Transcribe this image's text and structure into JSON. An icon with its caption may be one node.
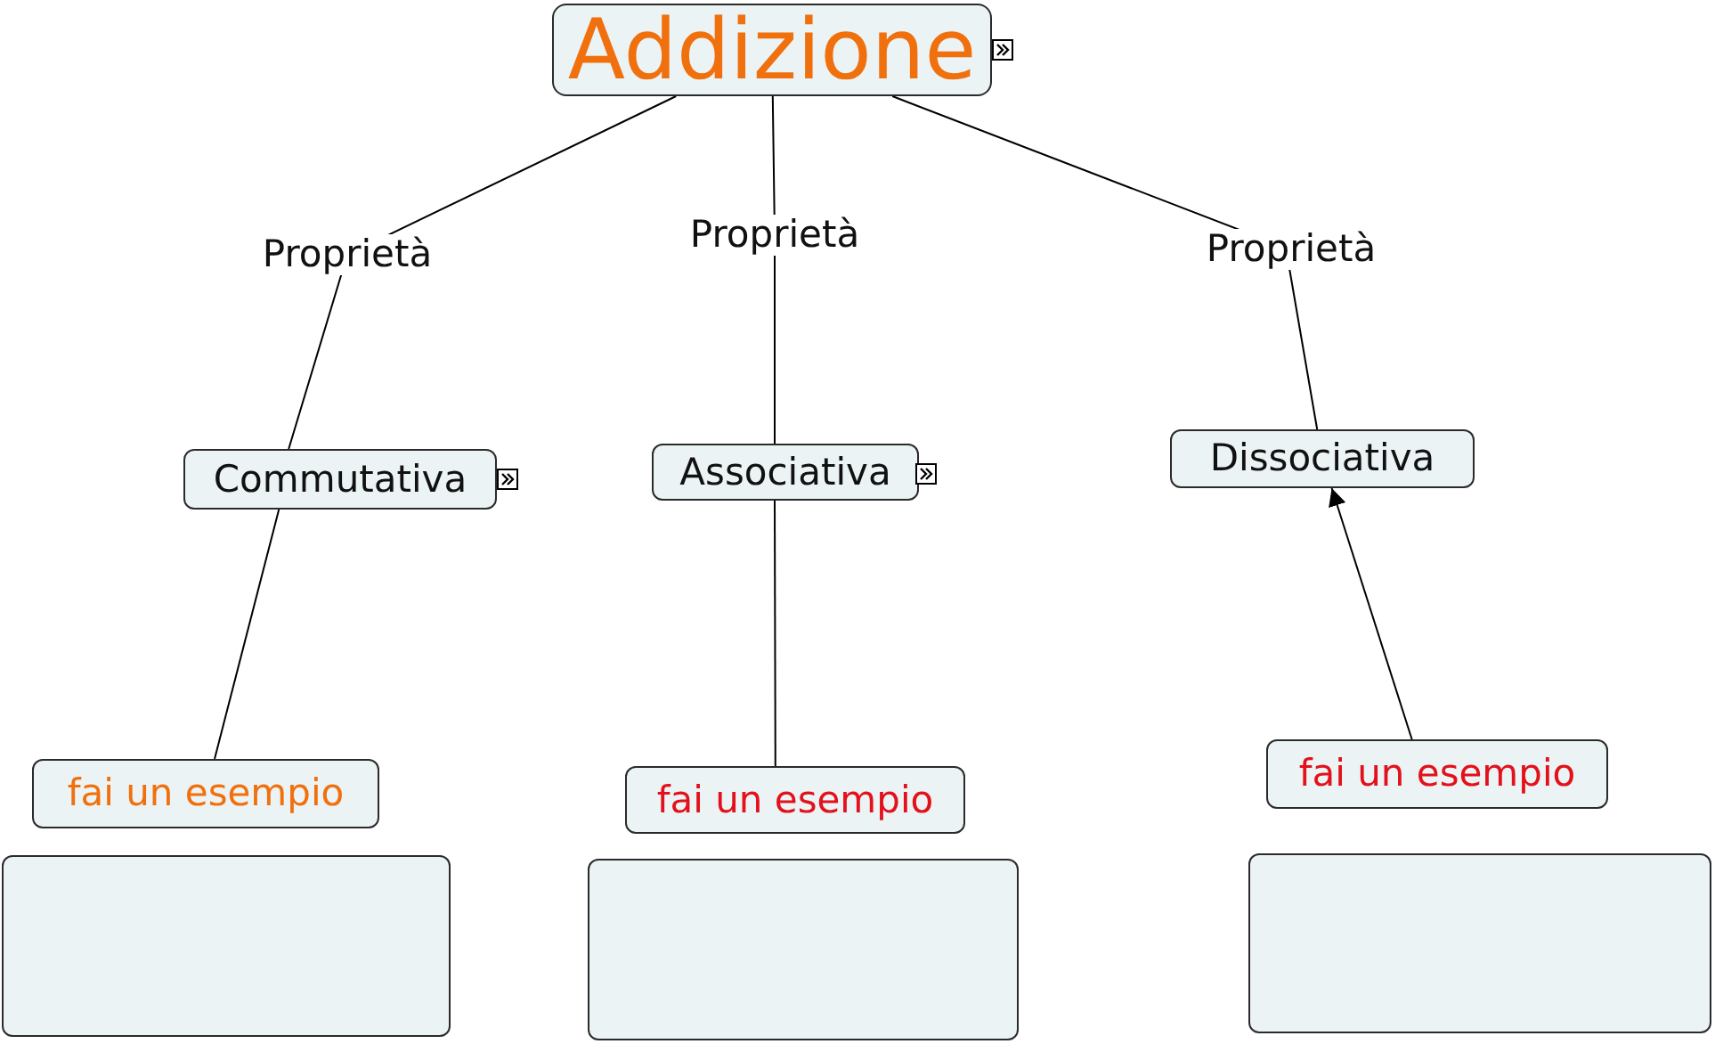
{
  "diagram": {
    "nodes": [
      {
        "text": [
          "Addizione"
        ]
      },
      {
        "text": [
          "Commutativa"
        ]
      },
      {
        "text": [
          "Associativa"
        ]
      },
      {
        "text": [
          "Dissociativa"
        ]
      },
      {
        "text": [
          "fai un esempio"
        ]
      },
      {
        "text": [
          "fai un esempio"
        ]
      },
      {
        "text": [
          "fai un esempio"
        ]
      },
      {
        "text": [],
        "shape": "box"
      },
      {
        "text": [],
        "shape": "box"
      },
      {
        "text": [],
        "shape": "box"
      }
    ],
    "edges": [
      {
        "from": 0,
        "to": 1,
        "arrow": "none",
        "label": "Proprietà"
      },
      {
        "from": 0,
        "to": 2,
        "arrow": "none",
        "label": "Proprietà"
      },
      {
        "from": 0,
        "to": 3,
        "arrow": "none",
        "label": "Proprietà"
      },
      {
        "from": 1,
        "to": 4,
        "arrow": "none"
      },
      {
        "from": 2,
        "to": 5,
        "arrow": "none"
      },
      {
        "from": 6,
        "to": 3,
        "arrow": "to"
      }
    ]
  }
}
